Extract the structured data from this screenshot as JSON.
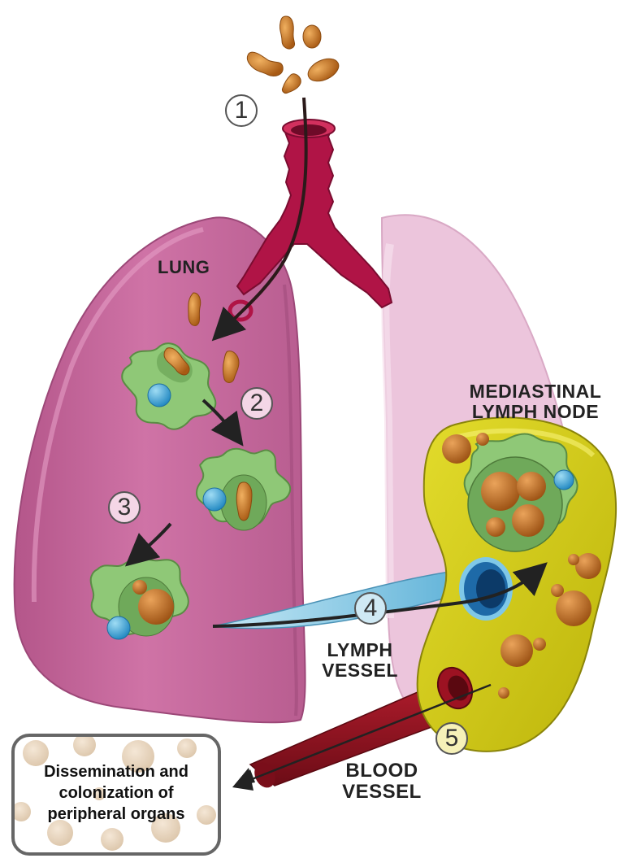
{
  "labels": {
    "lung": "LUNG",
    "mediastinal_line1": "MEDIASTINAL",
    "mediastinal_line2": "LYMPH NODE",
    "lymph_line1": "LYMPH",
    "lymph_line2": "VESSEL",
    "blood_line1": "BLOOD",
    "blood_line2": "VESSEL"
  },
  "steps": [
    "1",
    "2",
    "3",
    "4",
    "5"
  ],
  "outcome_box": {
    "line1": "Dissemination and",
    "line2": "colonization of",
    "line3": "peripheral organs"
  },
  "colors": {
    "lung_left": "#c7679a",
    "lung_right": "#ecc5dc",
    "trachea": "#b01446",
    "lymph_node": "#d4cc12",
    "macrophage": "#8fc877",
    "nucleus": "#3aa8dc",
    "fungus": "#c8741e",
    "lymph_vessel": "#8ecde6",
    "blood_vessel": "#8c1420"
  }
}
